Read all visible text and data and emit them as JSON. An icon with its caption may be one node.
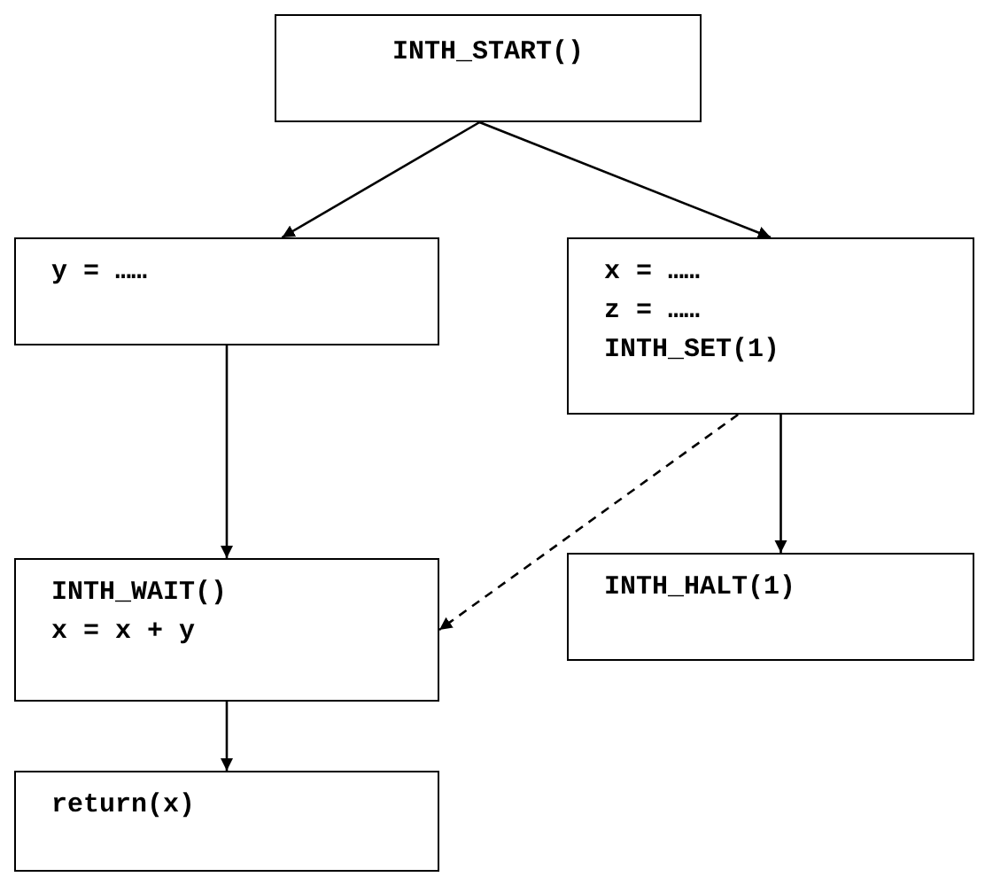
{
  "diagram": {
    "nodes": [
      {
        "text": [
          "INTH_START()"
        ]
      },
      {
        "text": [
          "y = ……"
        ]
      },
      {
        "text": [
          "x = ……",
          "z = ……",
          "INTH_SET(1)"
        ]
      },
      {
        "text": [
          "INTH_WAIT()",
          "x = x + y"
        ]
      },
      {
        "text": [
          "INTH_HALT(1)"
        ]
      },
      {
        "text": [
          "return(x)"
        ]
      }
    ],
    "edges": [
      {
        "from": 0,
        "to": 1,
        "arrow": "to"
      },
      {
        "from": 0,
        "to": 2,
        "arrow": "to"
      },
      {
        "from": 1,
        "to": 3,
        "arrow": "to"
      },
      {
        "from": 2,
        "to": 3,
        "arrow": "to",
        "style": "dashed"
      },
      {
        "from": 2,
        "to": 4,
        "arrow": "to"
      },
      {
        "from": 3,
        "to": 5,
        "arrow": "to"
      }
    ]
  }
}
